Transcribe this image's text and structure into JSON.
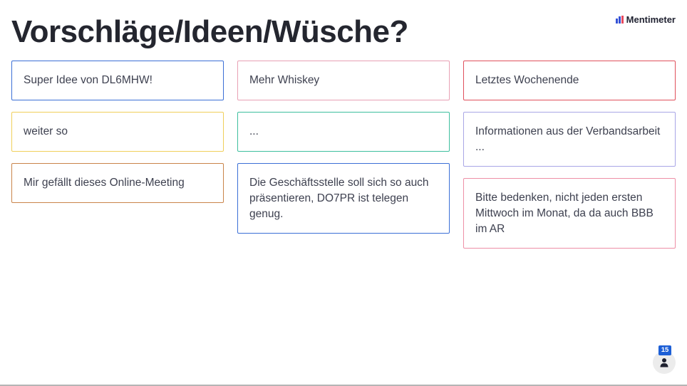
{
  "slide": {
    "title": "Vorschläge/Ideen/Wüsche?"
  },
  "brand": {
    "name": "Mentimeter",
    "logo_colors": [
      "#e84a5f",
      "#3452d6"
    ]
  },
  "responses": {
    "col1": [
      {
        "text": "Super Idee von DL6MHW!",
        "color": "#3b6fd6"
      },
      {
        "text": "weiter so",
        "color": "#f0cf5a"
      },
      {
        "text": "Mir gefällt dieses Online-Meeting",
        "color": "#c9844a"
      }
    ],
    "col2": [
      {
        "text": "Mehr Whiskey",
        "color": "#e8a0b4"
      },
      {
        "text": "...",
        "color": "#3dbf9e"
      },
      {
        "text": "Die Geschäftsstelle soll sich so auch präsentieren, DO7PR ist telegen genug.",
        "color": "#3b6fd6"
      }
    ],
    "col3": [
      {
        "text": "Letztes Wochenende",
        "color": "#e0505c"
      },
      {
        "text": "Informationen aus der Verbandsarbeit ...",
        "color": "#a9a6e6"
      },
      {
        "text": "Bitte bedenken, nicht jeden ersten Mittwoch im Monat, da da auch BBB im AR",
        "color": "#ee8fa6"
      }
    ]
  },
  "participants": {
    "count": "15",
    "icon": "person-icon"
  }
}
